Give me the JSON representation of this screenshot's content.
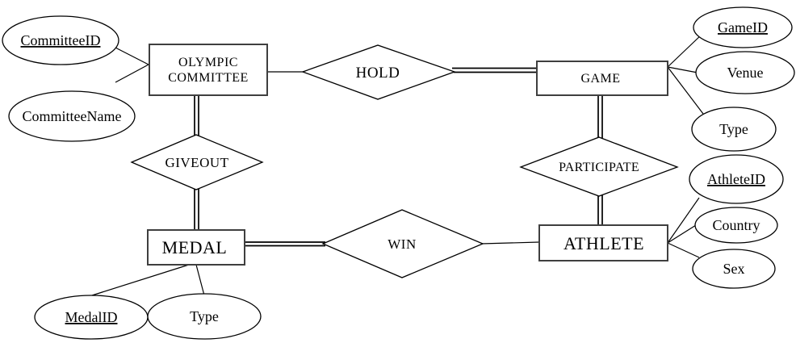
{
  "diagram_type": "entity-relationship-diagram",
  "entities": {
    "olympic_committee": {
      "line1": "OLYMPIC",
      "line2": "COMMITTEE"
    },
    "game": {
      "label": "GAME"
    },
    "medal": {
      "label": "MEDAL"
    },
    "athlete": {
      "label": "ATHLETE"
    }
  },
  "relationships": {
    "hold": {
      "label": "HOLD"
    },
    "giveout": {
      "label": "GIVEOUT"
    },
    "participate": {
      "label": "PARTICIPATE"
    },
    "win": {
      "label": "WIN"
    }
  },
  "attributes": {
    "committee_id": {
      "label": "CommitteeID",
      "is_key": true
    },
    "committee_name": {
      "label": "CommitteeName",
      "is_key": false
    },
    "game_id": {
      "label": "GameID",
      "is_key": true
    },
    "venue": {
      "label": "Venue",
      "is_key": false
    },
    "game_type": {
      "label": "Type",
      "is_key": false
    },
    "athlete_id": {
      "label": "AthleteID",
      "is_key": true
    },
    "country": {
      "label": "Country",
      "is_key": false
    },
    "sex": {
      "label": "Sex",
      "is_key": false
    },
    "medal_id": {
      "label": "MedalID",
      "is_key": true
    },
    "medal_type": {
      "label": "Type",
      "is_key": false
    }
  },
  "colors": {
    "background": "#ffffff",
    "line": "#000000",
    "entity_border": "#3f3f3f",
    "text": "#000000"
  }
}
